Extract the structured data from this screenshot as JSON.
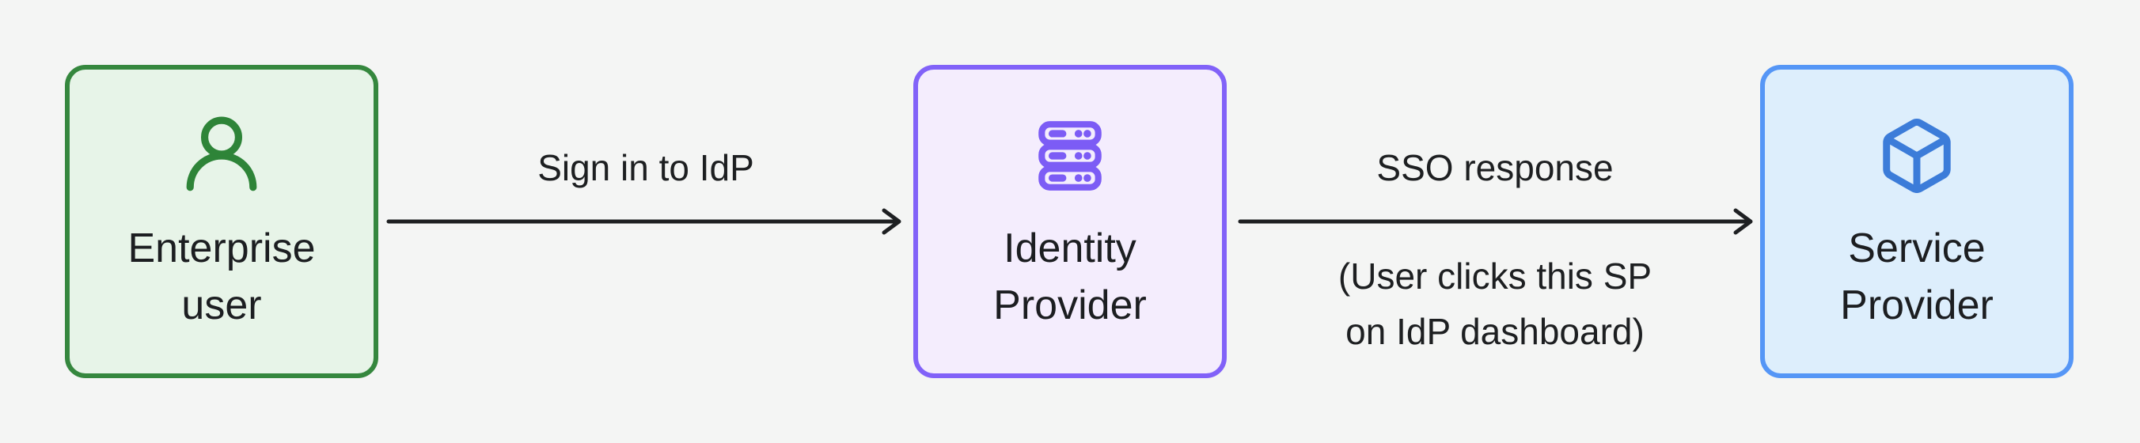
{
  "diagram": {
    "background_color": "#f4f5f4",
    "text_color": "#1d1f21",
    "arrow_color": "#1e2022",
    "nodes": [
      {
        "id": "enterprise-user",
        "label": "Enterprise\nuser",
        "icon": "user-icon",
        "border_color": "#35873e",
        "fill_color": "#e7f4e8",
        "icon_color": "#2e8438"
      },
      {
        "id": "identity-provider",
        "label": "Identity\nProvider",
        "icon": "server-stack-icon",
        "border_color": "#8162f8",
        "fill_color": "#f4edfd",
        "icon_color": "#7c5cf5"
      },
      {
        "id": "service-provider",
        "label": "Service\nProvider",
        "icon": "cube-icon",
        "border_color": "#5596f6",
        "fill_color": "#ddeefc",
        "icon_color": "#3c7cd9"
      }
    ],
    "edges": [
      {
        "from": "enterprise-user",
        "to": "identity-provider",
        "label": "Sign in to IdP",
        "sublabel": ""
      },
      {
        "from": "identity-provider",
        "to": "service-provider",
        "label": "SSO response",
        "sublabel": "(User clicks this SP\non IdP dashboard)"
      }
    ]
  }
}
